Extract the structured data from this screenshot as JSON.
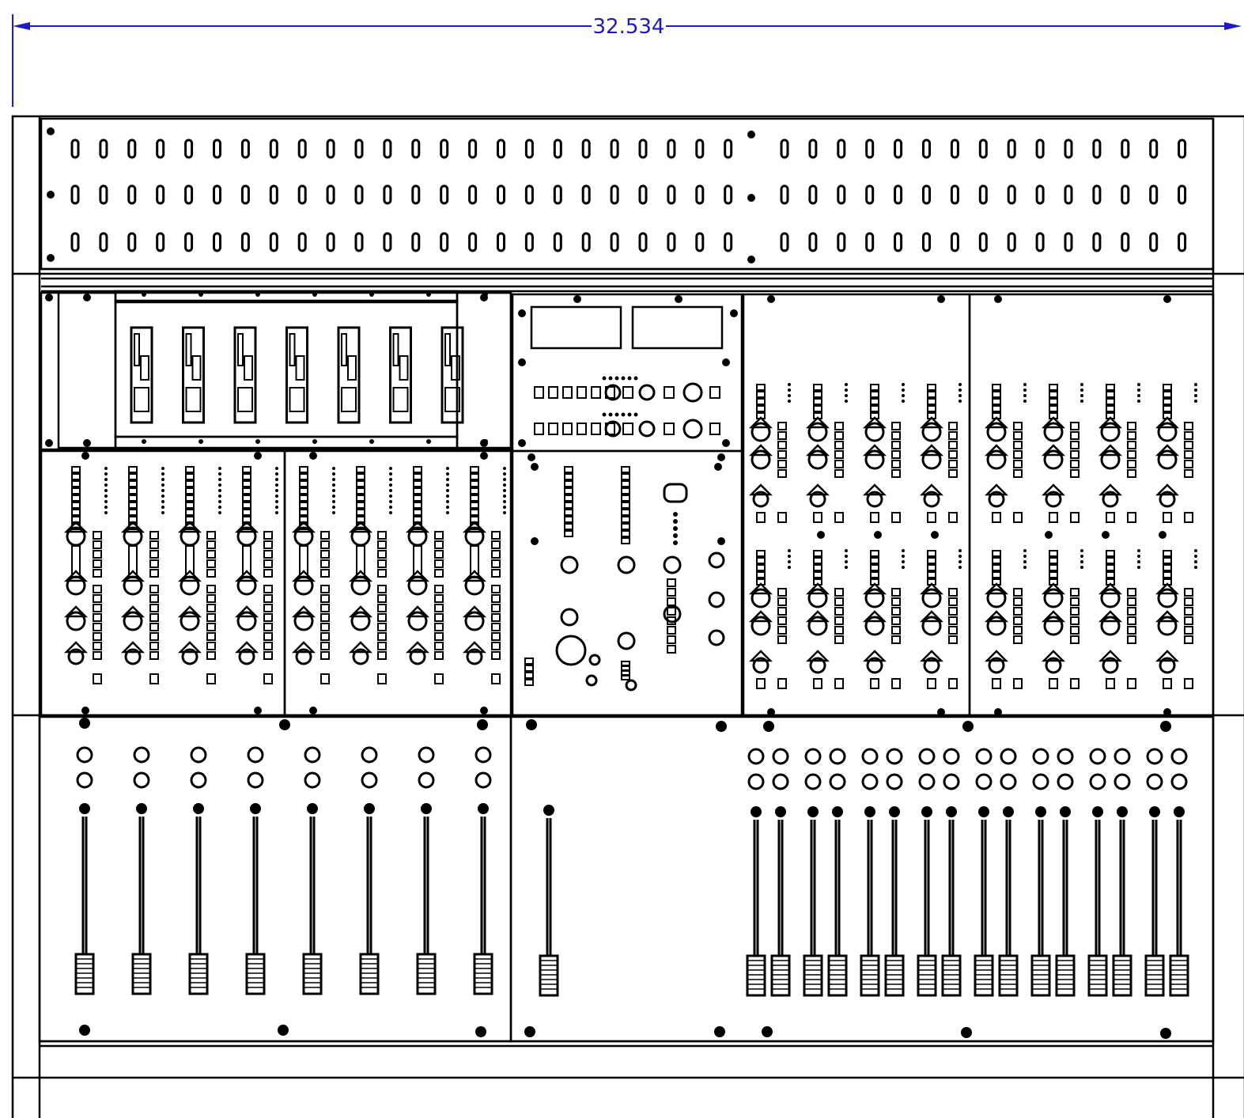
{
  "dimension": {
    "label": "32.534",
    "color": "#1a1acc"
  },
  "colors": {
    "line": "#000000",
    "background": "#ffffff"
  },
  "meter_bridge": {
    "rows": 3,
    "left_group_slots": 24,
    "right_group_slots": 15
  },
  "input_modules": {
    "left_bank_channels": 8,
    "right_bank_channels": 8,
    "right_bank_rows": 2
  },
  "fader_sections": {
    "left_faders": 8,
    "center_faders": 1,
    "right_faders": 16
  },
  "patch_bay": {
    "units": 7
  }
}
